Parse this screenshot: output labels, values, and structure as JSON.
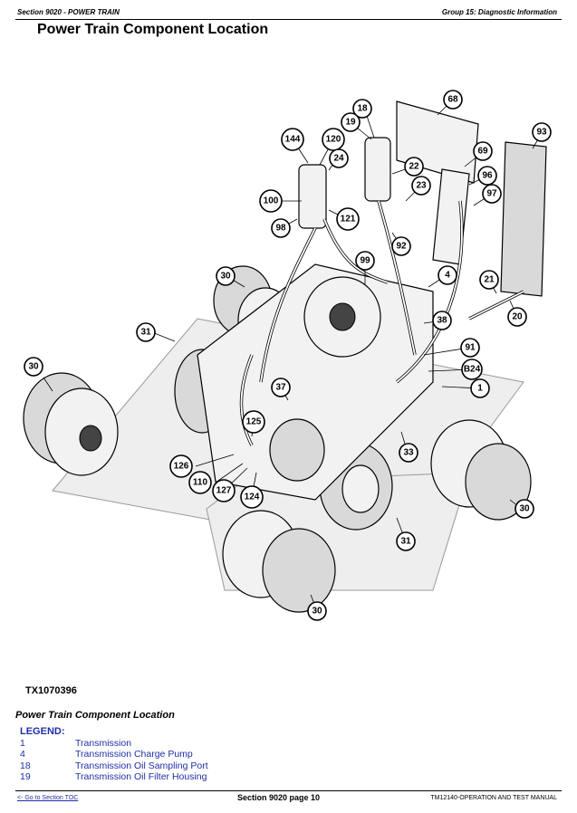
{
  "header": {
    "section": "Section 9020 - POWER TRAIN",
    "group": "Group 15: Diagnostic Information"
  },
  "page_title": "Power Train Component Location",
  "figure": {
    "id": "TX1070396",
    "callouts": [
      "144",
      "120",
      "18",
      "19",
      "68",
      "93",
      "24",
      "22",
      "23",
      "69",
      "96",
      "97",
      "100",
      "98",
      "121",
      "92",
      "99",
      "4",
      "21",
      "20",
      "30",
      "31",
      "38",
      "91",
      "B24",
      "1",
      "37",
      "125",
      "33",
      "126",
      "110",
      "127",
      "124",
      "30",
      "31",
      "30",
      "30"
    ]
  },
  "caption": "Power Train Component Location",
  "legend": {
    "title": "LEGEND:",
    "items": [
      {
        "num": "1",
        "label": "Transmission"
      },
      {
        "num": "4",
        "label": "Transmission Charge Pump"
      },
      {
        "num": "18",
        "label": "Transmission Oil Sampling Port"
      },
      {
        "num": "19",
        "label": "Transmission Oil Filter Housing"
      }
    ]
  },
  "footer": {
    "toc_link": "<- Go to Section TOC",
    "page": "Section 9020 page 10",
    "manual": "TM12140-OPERATION AND TEST MANUAL"
  }
}
